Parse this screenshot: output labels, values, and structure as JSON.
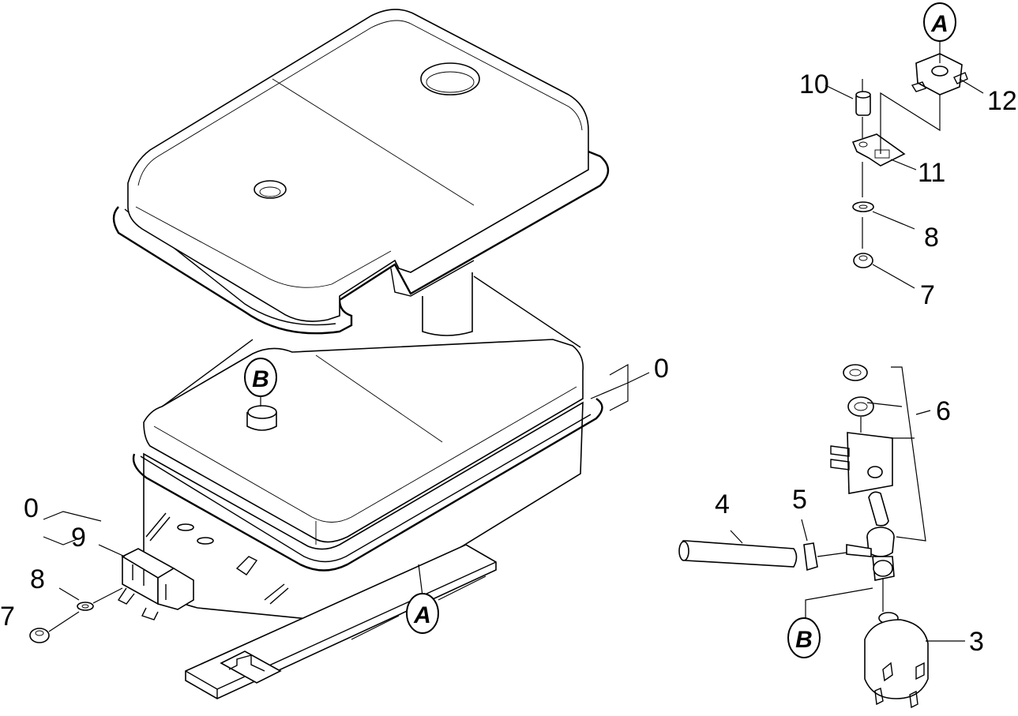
{
  "labels": {
    "l0_right": "0",
    "l0_left": "0",
    "l3": "3",
    "l4": "4",
    "l5": "5",
    "l6": "6",
    "l7_left": "7",
    "l7_right": "7",
    "l8_left": "8",
    "l8_right": "8",
    "l9": "9",
    "l10": "10",
    "l11": "11",
    "l12": "12"
  },
  "refs": {
    "a_top": "A",
    "a_bottom": "A",
    "b_tank": "B",
    "b_right": "B"
  }
}
